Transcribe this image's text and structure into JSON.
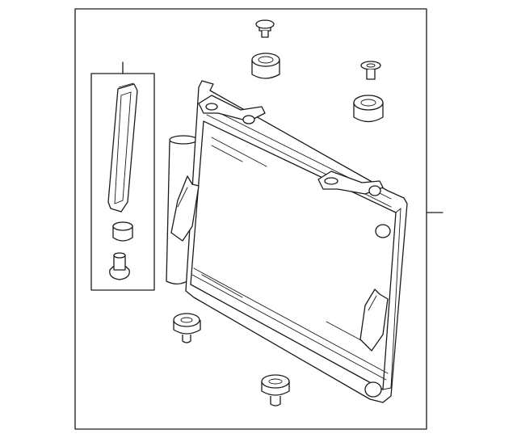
{
  "diagram": {
    "parts": [
      {
        "name": "condenser-assembly",
        "callout": true
      },
      {
        "name": "seal-kit-box",
        "callout": true
      },
      {
        "name": "upper-clip-left"
      },
      {
        "name": "upper-cushion-left"
      },
      {
        "name": "upper-clip-right"
      },
      {
        "name": "upper-cushion-right"
      },
      {
        "name": "lower-cushion-left"
      },
      {
        "name": "lower-cushion-right"
      }
    ],
    "border": true
  }
}
